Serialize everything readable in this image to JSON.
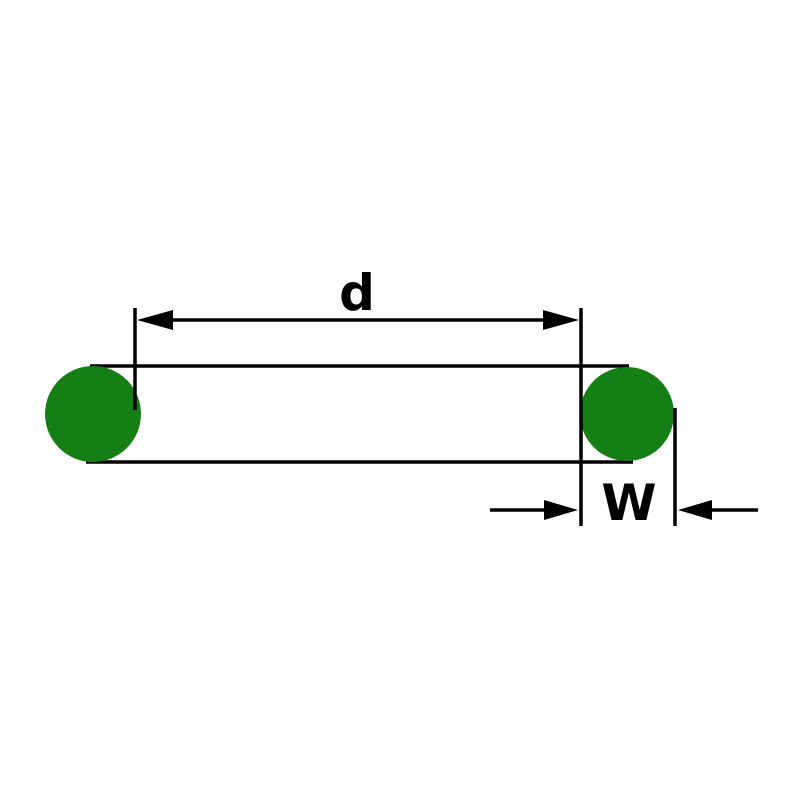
{
  "figure": {
    "description": "O-ring cross-section dimension diagram",
    "labels": {
      "diameter": "d",
      "width": "W"
    },
    "colors": {
      "ring": "#157e15",
      "line": "#000000",
      "background": "#ffffff"
    }
  }
}
